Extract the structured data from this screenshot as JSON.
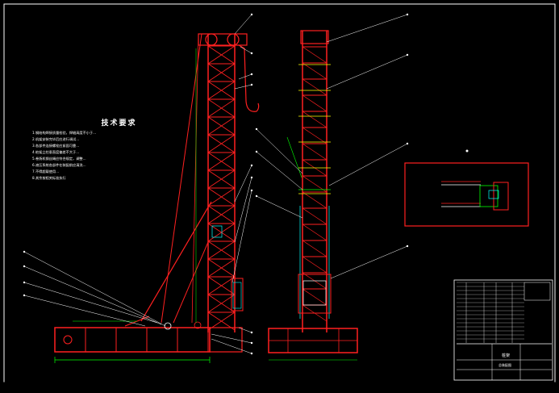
{
  "notes": {
    "title": "技术要求",
    "lines": [
      "1.钢结构焊接质量检验，焊缝高度不小于...",
      "2.机架安装完毕后应进行调试...",
      "3.各部件连接螺栓应紧固可靠...",
      "4.桩架立柱垂直度偏差不大于...",
      "5.卷扬机钢丝绳应符合规定，调整...",
      "6.液压系统各部件在装配前应清洗...",
      "7.不得超载使用...",
      "8.其余按相关标准执行"
    ]
  },
  "title_block": {
    "label": "桩架",
    "sublabel": "总装配图"
  },
  "colors": {
    "structure": "#ff2020",
    "leader": "#ffffff",
    "dimension": "#00ff00",
    "accent": "#00ffff",
    "frame": "#ffffff"
  }
}
